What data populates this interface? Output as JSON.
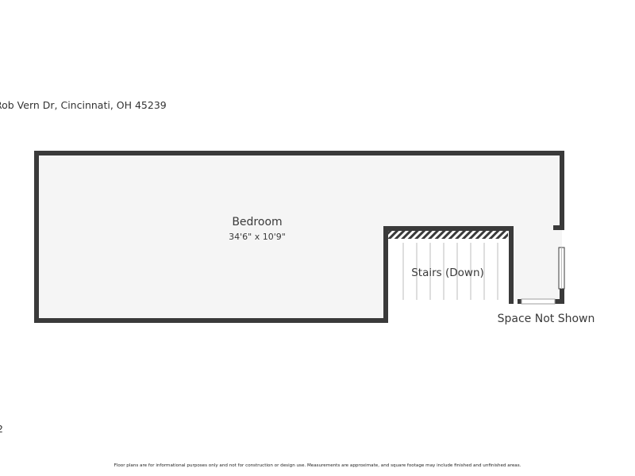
{
  "address": "Rob Vern Dr, Cincinnati, OH 45239",
  "page_number": "2",
  "rooms": [
    {
      "name": "Bedroom",
      "dimensions": "34'6\" x 10'9\""
    },
    {
      "name": "Stairs (Down)"
    }
  ],
  "space_not_shown_label": "Space Not Shown",
  "disclaimer": "Floor plans are for informational purposes only and not for construction or design use. Measurements are approximate, and square footage may include finished and unfinished areas.",
  "colors": {
    "wall": "#3a3a3a",
    "floor": "#f5f5f5",
    "stair_line": "#bdbdbd",
    "text": "#3a3a3a"
  }
}
